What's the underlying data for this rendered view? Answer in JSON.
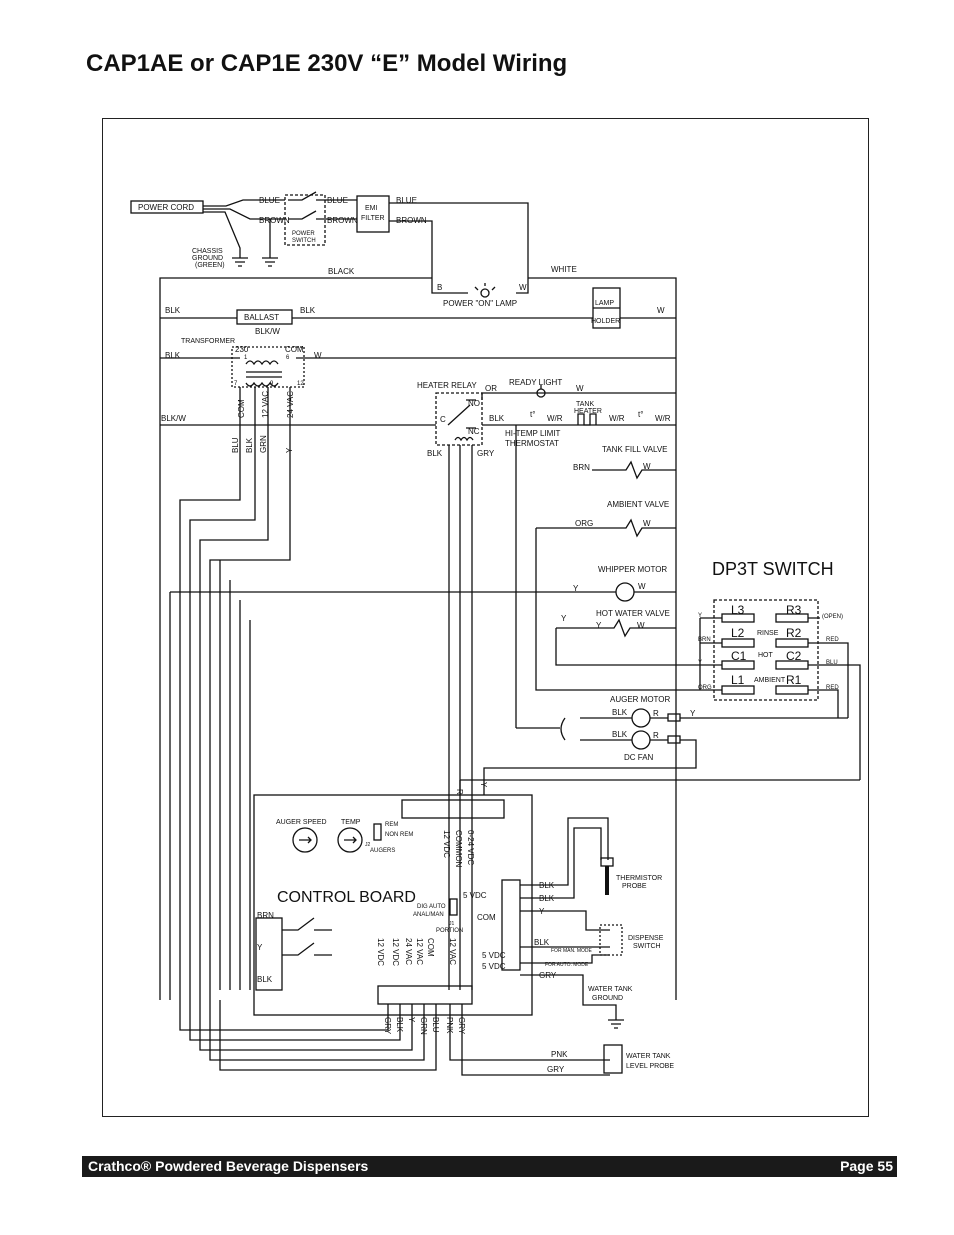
{
  "page": {
    "title": "CAP1AE or CAP1E 230V “E” Model Wiring",
    "footer_left": "Crathco® Powdered Beverage Dispensers",
    "footer_right": "Page 55"
  },
  "labels": {
    "power_cord": "POWER CORD",
    "blue1": "BLUE",
    "blue2": "BLUE",
    "blue3": "BLUE",
    "brown1": "BROWN",
    "brown2": "BROWN",
    "brown3": "BROWN",
    "power_switch_1": "POWER",
    "power_switch_2": "SWITCH",
    "emi_1": "EMI",
    "emi_2": "FILTER",
    "chassis_1": "CHASSIS",
    "chassis_2": "GROUND",
    "chassis_3": "(GREEN)",
    "black": "BLACK",
    "white": "WHITE",
    "b": "B",
    "w_lamp": "W",
    "power_on_lamp": "POWER \"ON\" LAMP",
    "blk_ballast_l": "BLK",
    "ballast": "BALLAST",
    "blk_ballast_r": "BLK",
    "lamp": "LAMP",
    "holder": "HOLDER",
    "w_holder": "W",
    "blk_w_ballast": "BLK/W",
    "transformer": "TRANSFORMER",
    "t230": "230",
    "tcom": "COM",
    "t1": "1",
    "t6": "6",
    "t7": "7",
    "t9": "9",
    "t12": "12",
    "blk_tr": "BLK",
    "w_tr": "W",
    "v_com": "COM",
    "v_12vac": "12 VAC",
    "v_24vac": "24 VAC",
    "blk_w_left": "BLK/W",
    "blu": "BLU",
    "blk_v": "BLK",
    "grn": "GRN",
    "y_v": "Y",
    "heater_relay": "HEATER RELAY",
    "or": "OR",
    "ready_light": "READY LIGHT",
    "w_ready": "W",
    "rc": "C",
    "rno": "NO",
    "rnc": "NC",
    "blk_hr": "BLK",
    "blk_hr2": "BLK",
    "gry_hr": "GRY",
    "t_deg1": "t°",
    "wr1": "W/R",
    "tank": "TANK",
    "heater": "HEATER",
    "wr2": "W/R",
    "t_deg2": "t°",
    "wr3": "W/R",
    "hi_temp_1": "HI-TEMP LIMIT",
    "hi_temp_2": "THERMOSTAT",
    "tank_fill_valve": "TANK FILL VALVE",
    "brn_tf": "BRN",
    "w_tf": "W",
    "ambient_valve": "AMBIENT VALVE",
    "org_av": "ORG",
    "w_av": "W",
    "whipper_motor": "WHIPPER MOTOR",
    "y_wm": "Y",
    "w_wm": "W",
    "dp3t": "DP3T SWITCH",
    "hot_water_valve": "HOT WATER VALVE",
    "y_hw": "Y",
    "y_hw2": "Y",
    "w_hw": "W",
    "l3": "L3",
    "r3": "R3",
    "l2": "L2",
    "r2": "R2",
    "c1": "C1",
    "c2": "C2",
    "l1": "L1",
    "r1": "R1",
    "rinse": "RINSE",
    "hot": "HOT",
    "ambient": "AMBIENT",
    "open": "(OPEN)",
    "red1": "RED",
    "blu_sw": "BLU",
    "red2": "RED",
    "y_sw1": "Y",
    "brn_sw": "BRN",
    "y_sw2": "Y",
    "org_sw": "ORG",
    "auger_motor": "AUGER MOTOR",
    "blk_am": "BLK",
    "r_am": "R",
    "y_am": "Y",
    "blk_fan": "BLK",
    "r_fan": "R",
    "dc_fan": "DC FAN",
    "r_cb": "R",
    "y_cb": "Y",
    "auger_speed": "AUGER SPEED",
    "temp": "TEMP",
    "rem": "REM",
    "non_rem": "NON REM",
    "augers": "AUGERS",
    "j2": "J2",
    "v12vdc": "12 VDC",
    "common": "COMMON",
    "v024": "0-24 VDC",
    "control_board": "CONTROL BOARD",
    "v5vdc": "5 VDC",
    "com_cb": "COM",
    "blk_c1": "BLK",
    "blk_c2": "BLK",
    "y_c": "Y",
    "blk_c3": "BLK",
    "gry_c": "GRY",
    "thermistor_1": "THERMISTOR",
    "thermistor_2": "PROBE",
    "dig_auto": "DIG AUTO",
    "anal_man": "ANAL/MAN",
    "j1": "J1",
    "portion": "PORTION",
    "for_man": "FOR MAN. MODE",
    "for_auto": "FOR AUTO. MODE",
    "dispense_1": "DISPENSE",
    "dispense_2": "SWITCH",
    "brn_cb": "BRN",
    "y_cb2": "Y",
    "blk_cb": "BLK",
    "b12vdc_a": "12 VDC",
    "b12vdc_b": "12 VDC",
    "b24vac": "24 VAC",
    "b12vac": "12 VAC",
    "bcom": "COM",
    "b12vac2": "12 VAC",
    "b5vdc1": "5 VDC",
    "b5vdc2": "5 VDC",
    "water_tank_ground_1": "WATER TANK",
    "water_tank_ground_2": "GROUND",
    "pnk": "PNK",
    "gry_b": "GRY",
    "probe_1": "WATER TANK",
    "probe_2": "LEVEL PROBE",
    "bot_gry": "GRY",
    "bot_blk": "BLK",
    "bot_y": "Y",
    "bot_grn": "GRN",
    "bot_blu": "BLU",
    "bot_pnk": "PNK",
    "bot_gry2": "GRY"
  }
}
